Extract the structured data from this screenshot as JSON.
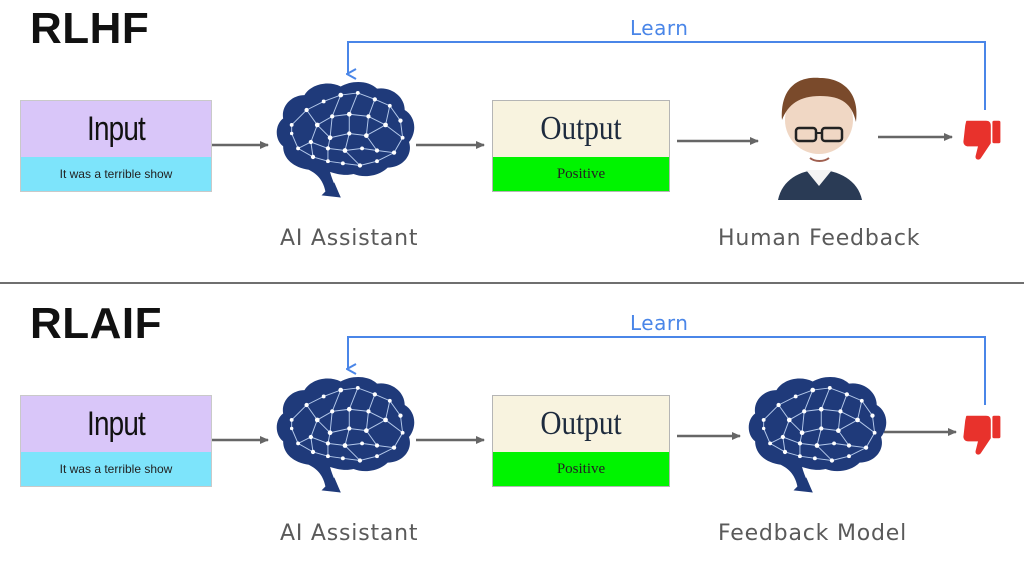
{
  "sections": [
    {
      "title": "RLHF",
      "learn_label": "Learn",
      "input": {
        "heading": "Input",
        "text": "It was a terrible show"
      },
      "output": {
        "heading": "Output",
        "text": "Positive"
      },
      "assistant_caption": "AI Assistant",
      "feedback_caption": "Human Feedback",
      "feedback_source": "person-portrait-icon"
    },
    {
      "title": "RLAIF",
      "learn_label": "Learn",
      "input": {
        "heading": "Input",
        "text": "It was a terrible show"
      },
      "output": {
        "heading": "Output",
        "text": "Positive"
      },
      "assistant_caption": "AI Assistant",
      "feedback_caption": "Feedback Model",
      "feedback_source": "brain-network-icon"
    }
  ],
  "colors": {
    "input_header": "#d9c6f9",
    "input_footer": "#7de4fb",
    "output_header": "#f8f3df",
    "output_footer": "#00f400",
    "brain": "#1f3a7a",
    "learn_arrow": "#4a86e8",
    "thumbs_down": "#e8322c"
  }
}
